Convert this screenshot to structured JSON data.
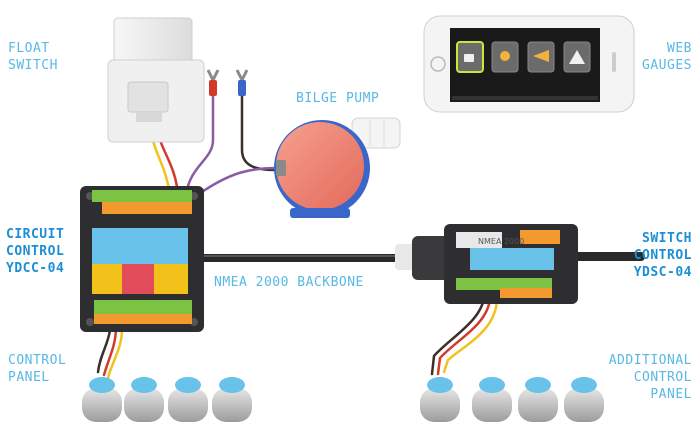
{
  "labels": {
    "float_switch": "FLOAT\nSWITCH",
    "bilge_pump": "BILGE PUMP",
    "web_gauges": "WEB\nGAUGES",
    "circuit_control": "CIRCUIT\nCONTROL\nYDCC-04",
    "nmea_backbone": "NMEA 2000 BACKBONE",
    "switch_control": "SWITCH\nCONTROL\nYDSC-04",
    "control_panel": "CONTROL\nPANEL",
    "additional_control_panel": "ADDITIONAL\nCONTROL\nPANEL"
  },
  "device_text": {
    "switch_board_print": "NMEA 2000"
  },
  "colors": {
    "label_light": "#59b8e6",
    "label_bold": "#1b8fd6",
    "board": "#2e2e31",
    "terminal_green": "#7cc243",
    "terminal_orange": "#f29a2e",
    "pump_body": "#ef7f6f",
    "wire_yellow": "#f2c21b",
    "wire_red": "#d23b2b",
    "wire_purple": "#8a5ca8",
    "wire_dark": "#3a2f2a"
  },
  "web_gauges_icons": [
    "cup-icon",
    "light-bulb-icon",
    "horn-icon",
    "bilge-icon"
  ]
}
